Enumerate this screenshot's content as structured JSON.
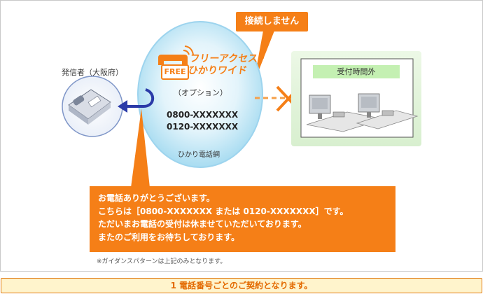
{
  "callout_top": "接続しません",
  "caller": {
    "label": "発信者（大阪府）"
  },
  "service": {
    "logo_badge": "FREE",
    "logo_line1": "フリーアクセス・",
    "logo_line2": "ひかりワイド",
    "option": "（オプション）",
    "numbers": [
      "0800-XXXXXXX",
      "0120-XXXXXXX"
    ],
    "network": "ひかり電話網"
  },
  "office": {
    "label": "受付時間外"
  },
  "guidance": [
    "お電話ありがとうございます。",
    "こちらは［0800-XXXXXXX または 0120-XXXXXXX］です。",
    "ただいまお電話の受付は休ませていただいております。",
    "またのご利用をお待ちしております。"
  ],
  "note": "※ガイダンスパターンは上記のみとなります。",
  "bottom_bar": "1 電話番号ごとのご契約となります。",
  "colors": {
    "accent": "#f57f17",
    "bubble": "#bde6f5",
    "green_panel": "#e6f5e0",
    "arrow": "#2a3aa8"
  }
}
